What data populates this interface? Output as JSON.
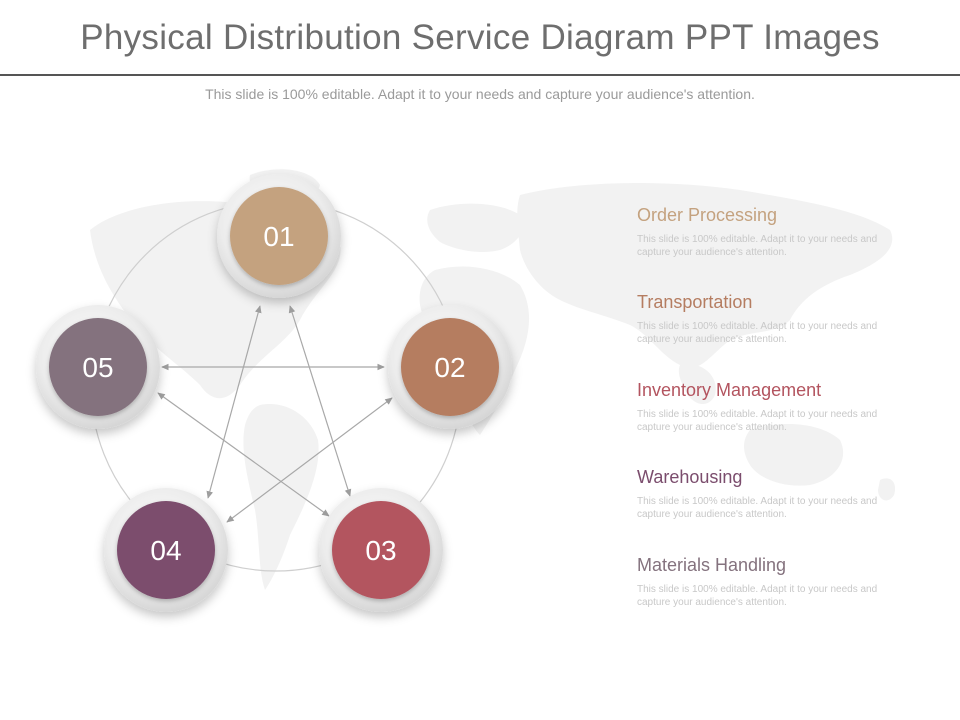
{
  "title": "Physical Distribution Service Diagram PPT Images",
  "subtitle": "This slide is 100% editable. Adapt it to your needs and capture your audience's attention.",
  "nodes": [
    {
      "label": "01",
      "color": "#c4a27f"
    },
    {
      "label": "02",
      "color": "#b57d61"
    },
    {
      "label": "03",
      "color": "#b3545f"
    },
    {
      "label": "04",
      "color": "#7b4d6d"
    },
    {
      "label": "05",
      "color": "#84727e"
    }
  ],
  "legend": [
    {
      "title": "Order Processing",
      "color": "#c4a27f",
      "desc": "This slide is 100% editable. Adapt it to your needs and capture your audience's attention."
    },
    {
      "title": "Transportation",
      "color": "#b57d61",
      "desc": "This slide is 100% editable. Adapt it to your needs and capture your audience's attention."
    },
    {
      "title": "Inventory Management",
      "color": "#b3545f",
      "desc": "This slide is 100% editable. Adapt it to your needs and capture your audience's attention."
    },
    {
      "title": "Warehousing",
      "color": "#7b4d6d",
      "desc": "This slide is 100% editable. Adapt it to your needs and capture your audience's attention."
    },
    {
      "title": "Materials Handling",
      "color": "#84727e",
      "desc": "This slide is 100% editable. Adapt it to your needs and capture your audience's attention."
    }
  ]
}
